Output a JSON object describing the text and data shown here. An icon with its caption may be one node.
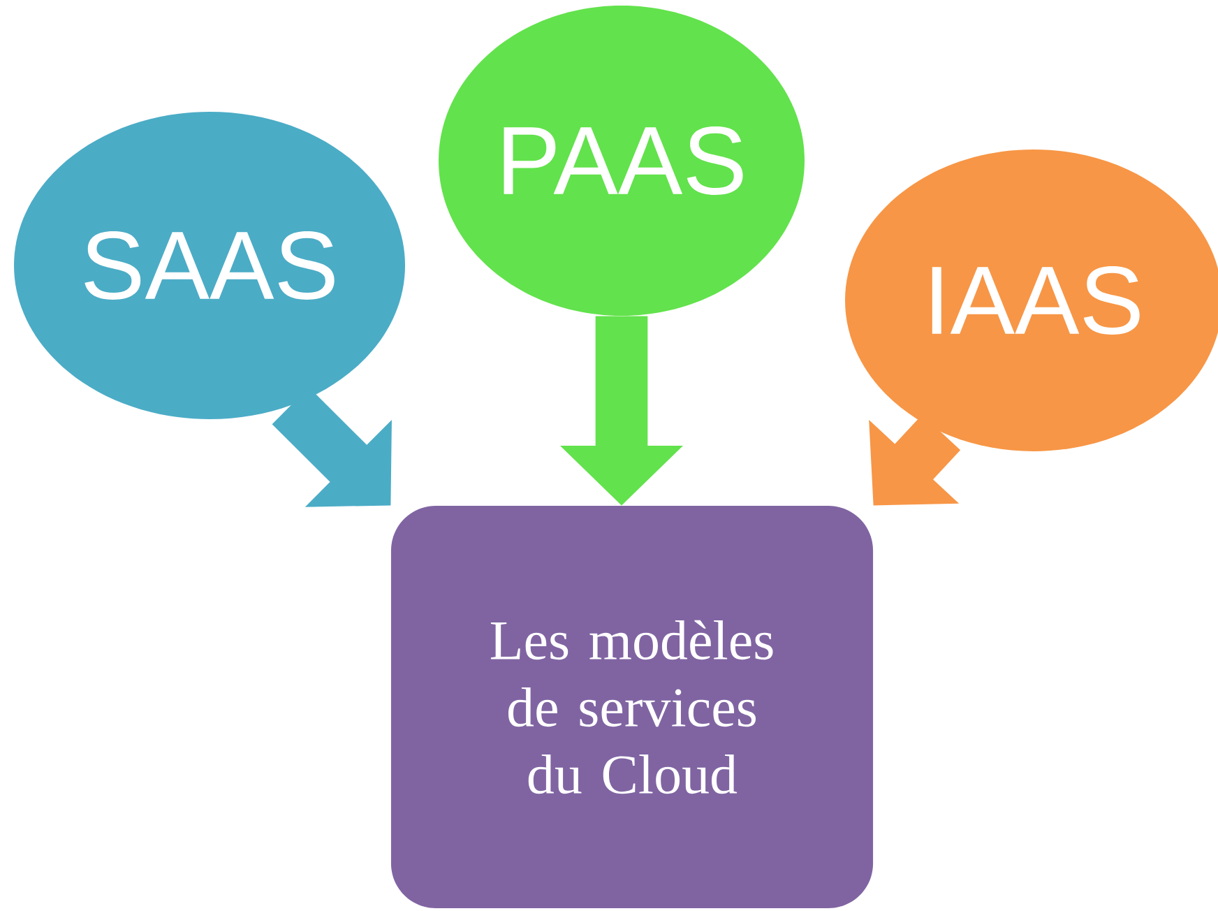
{
  "diagram": {
    "nodes": [
      {
        "text": [
          "SAAS"
        ]
      },
      {
        "text": [
          "PAAS"
        ]
      },
      {
        "text": [
          "IAAS"
        ]
      },
      {
        "text": [
          "Les modèles de services du Cloud"
        ]
      }
    ],
    "edges": [
      {
        "from": 0,
        "to": 3,
        "arrow": "to",
        "color": "#4bacc6"
      },
      {
        "from": 1,
        "to": 3,
        "arrow": "to",
        "color": "#62e24c"
      },
      {
        "from": 2,
        "to": 3,
        "arrow": "to",
        "color": "#f79646"
      }
    ]
  }
}
